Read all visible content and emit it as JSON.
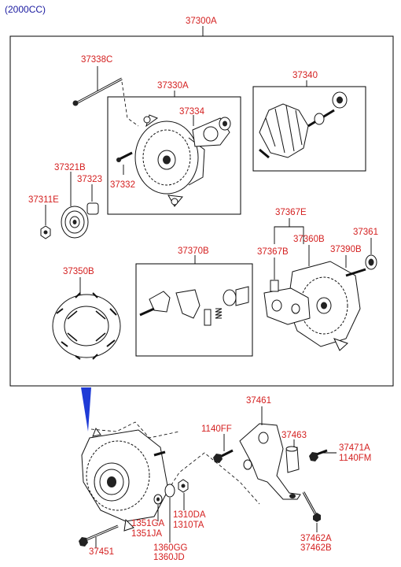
{
  "header": {
    "engine": "(2000CC)"
  },
  "assembly": {
    "main": "37300A",
    "housing": "37330A",
    "rotor": "37340",
    "bearing_cover": "37334",
    "screw": "37332",
    "through_bolt": "37338C",
    "pulley": "37321B",
    "spacer": "37323",
    "nut": "37311E",
    "stator": "37350B",
    "brush_holder": "37370B",
    "rear_group": "37367E",
    "rear_bracket_a": "37367B",
    "rear_bracket_b": "37360B",
    "rectifier": "37390B",
    "cover": "37361"
  },
  "mounting": {
    "bracket": "37461",
    "bolt_a": "1140FF",
    "bushing": "37463",
    "bolt_b_1": "37471A",
    "bolt_b_2": "1140FM",
    "washer_1": "1351GA",
    "washer_2": "1351JA",
    "nut_1": "1310DA",
    "nut_2": "1310TA",
    "nut_3": "1360GG",
    "nut_4": "1360JD",
    "long_bolt": "37451",
    "stud_1": "37462A",
    "stud_2": "37462B"
  },
  "colors": {
    "label": "#d42020",
    "header": "#1a1aa0",
    "arrow": "#1f3bd6",
    "line": "#000000"
  }
}
